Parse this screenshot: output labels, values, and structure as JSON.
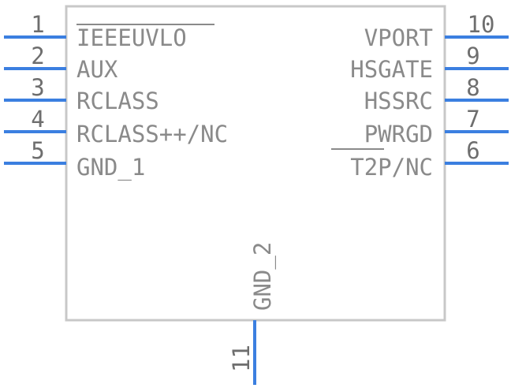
{
  "component": {
    "left_pins": [
      {
        "number": "1",
        "name": "IEEEUVLO"
      },
      {
        "number": "2",
        "name": "AUX"
      },
      {
        "number": "3",
        "name": "RCLASS"
      },
      {
        "number": "4",
        "name": "RCLASS++/NC"
      },
      {
        "number": "5",
        "name": "GND_1"
      }
    ],
    "right_pins": [
      {
        "number": "10",
        "name": "VPORT"
      },
      {
        "number": "9",
        "name": "HSGATE"
      },
      {
        "number": "8",
        "name": "HSSRC"
      },
      {
        "number": "7",
        "name": "PWRGD"
      },
      {
        "number": "6",
        "name": "T2P/NC"
      }
    ],
    "bottom_pins": [
      {
        "number": "11",
        "name": "GND_2"
      }
    ],
    "colors": {
      "pin": "#3b7fe0",
      "outline": "#c8c8c8",
      "text": "#8a8a8a"
    }
  }
}
